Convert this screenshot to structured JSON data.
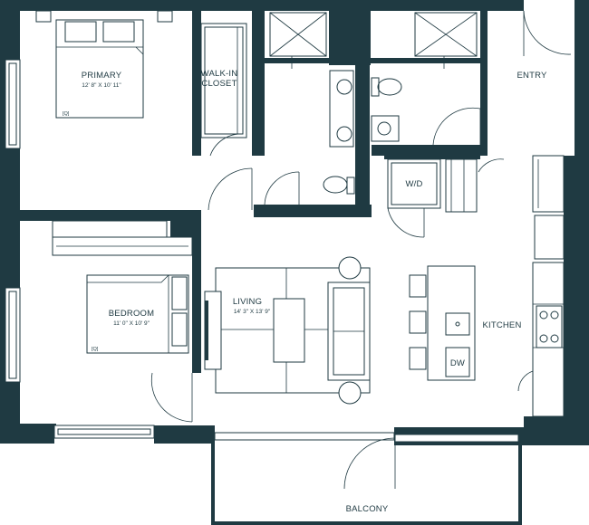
{
  "rooms": {
    "primary": {
      "name": "PRIMARY",
      "dims": "12' 8\" X 10' 11\"",
      "tag": "[Q]"
    },
    "walkin": {
      "name_line1": "WALK-IN",
      "name_line2": "CLOSET"
    },
    "entry": {
      "name": "ENTRY"
    },
    "bedroom": {
      "name": "BEDROOM",
      "dims": "11' 0\" X 10' 9\"",
      "tag": "[Q]"
    },
    "living": {
      "name": "LIVING",
      "dims": "14' 3\" X 13' 9\""
    },
    "kitchen": {
      "name": "KITCHEN",
      "dw": "DW"
    },
    "laundry": {
      "name": "W/D"
    },
    "balcony": {
      "name": "BALCONY"
    }
  },
  "colors": {
    "wall": "#1f3a42",
    "floor": "#ffffff"
  }
}
